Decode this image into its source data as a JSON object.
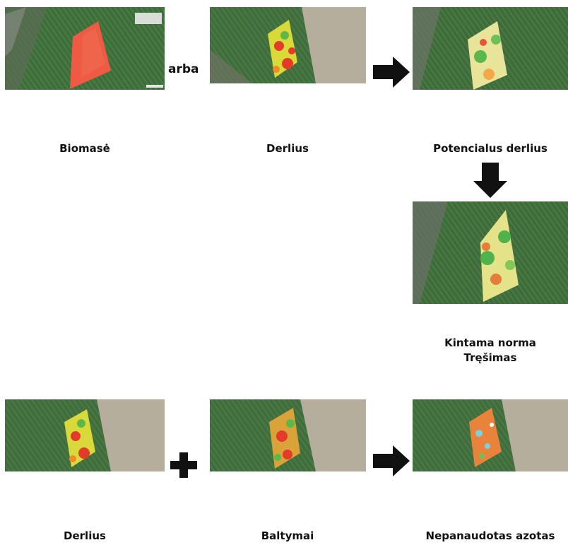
{
  "row1": {
    "labels": {
      "biomass": "Biomasė",
      "yield": "Derlius",
      "potential": "Potencialus derlius"
    },
    "connector": "arba"
  },
  "row2": {
    "label_line1": "Kintama norma",
    "label_line2": "Tręšimas"
  },
  "row3": {
    "labels": {
      "yield": "Derlius",
      "protein": "Baltymai",
      "nitrogen": "Nepanaudotas azotas"
    }
  },
  "colors": {
    "field_background": "#3f6f3c",
    "biomass_fill": "#ee5a43",
    "arrow": "#111111"
  }
}
